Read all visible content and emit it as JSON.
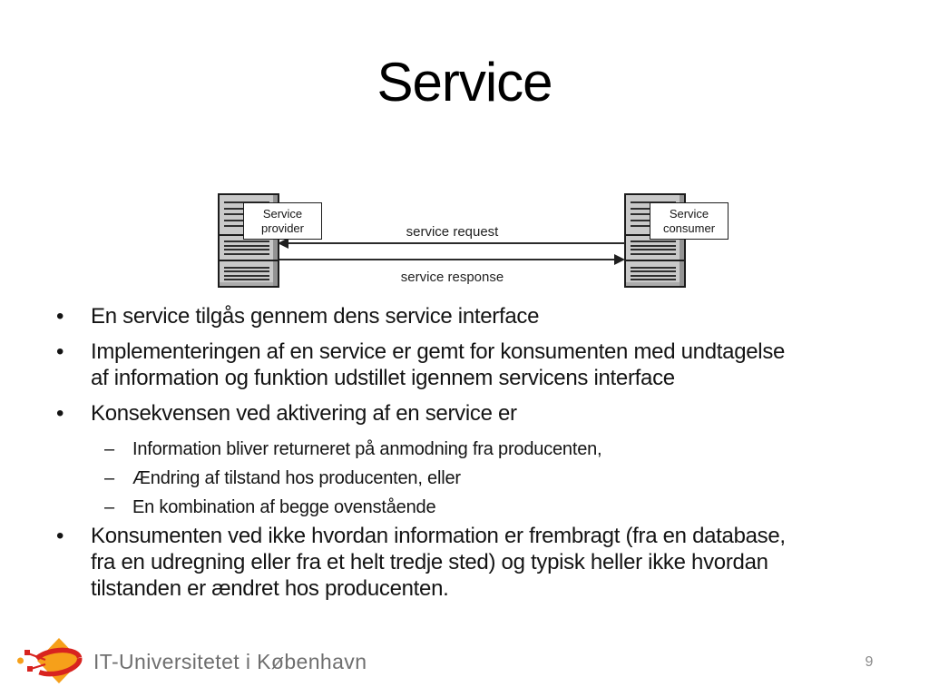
{
  "slide": {
    "title": "Service",
    "page_number": "9"
  },
  "markers": {
    "bullet": "•",
    "dash": "–"
  },
  "diagram": {
    "provider_label_lines": [
      "Service",
      "provider"
    ],
    "consumer_label_lines": [
      "Service",
      "consumer"
    ],
    "request_label": "service request",
    "response_label": "service response"
  },
  "bullets": [
    {
      "level": 1,
      "lines": [
        "En service tilgås gennem dens service interface"
      ]
    },
    {
      "level": 1,
      "lines": [
        "Implementeringen af en service er gemt for konsumenten med undtagelse",
        "af information og funktion udstillet igennem servicens interface"
      ]
    },
    {
      "level": 1,
      "lines": [
        "Konsekvensen ved aktivering af en service er"
      ]
    },
    {
      "level": 2,
      "lines": [
        "Information bliver returneret på anmodning fra producenten,"
      ]
    },
    {
      "level": 2,
      "lines": [
        "Ændring af tilstand hos producenten, eller"
      ]
    },
    {
      "level": 2,
      "lines": [
        "En kombination af begge ovenstående"
      ]
    },
    {
      "level": 1,
      "lines": [
        "Konsumenten ved ikke hvordan information er frembragt (fra en database,",
        "fra en udregning eller fra et helt tredje sted) og typisk heller ikke hvordan",
        "tilstanden er ændret hos producenten."
      ]
    }
  ],
  "footer": {
    "org_name": "IT-Universitetet i København"
  },
  "colors": {
    "text": "#141414",
    "muted_gray": "#6f6f6f",
    "page_number_gray": "#8a8a8a",
    "tower_fill": "#c9c9c9",
    "tower_line": "#2e2e2e",
    "logo_orange": "#F6A01A",
    "logo_red": "#D8231F"
  }
}
